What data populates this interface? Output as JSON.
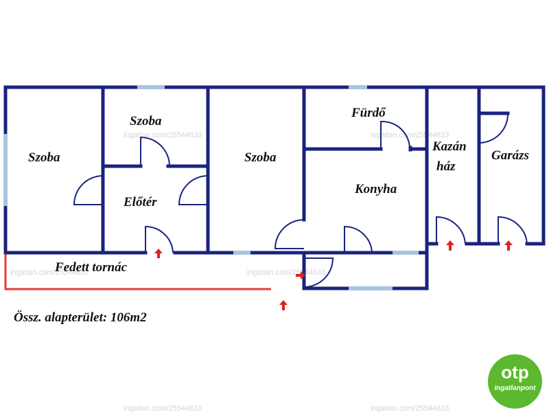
{
  "rooms": {
    "szoba_left": "Szoba",
    "szoba_small": "Szoba",
    "eloter": "Előtér",
    "szoba_center": "Szoba",
    "furdo": "Fürdő",
    "konyha": "Konyha",
    "kazan_line1": "Kazán",
    "kazan_line2": "ház",
    "garazs": "Garázs",
    "porch": "Fedett tornác"
  },
  "total_area": "Össz. alapterület: 106m2",
  "watermark": "ingatlan.com/25544633",
  "logo": {
    "mark": "otp",
    "sub": "Ingatlanpont"
  },
  "colors": {
    "wall": "#1a237e",
    "window": "#a9c4e0",
    "porch_line": "#e53935",
    "arrow": "#e02020",
    "logo": "#5cb82e"
  },
  "icons": {
    "entrance": "red-up-arrow",
    "side_entrance": "red-right-arrow"
  }
}
